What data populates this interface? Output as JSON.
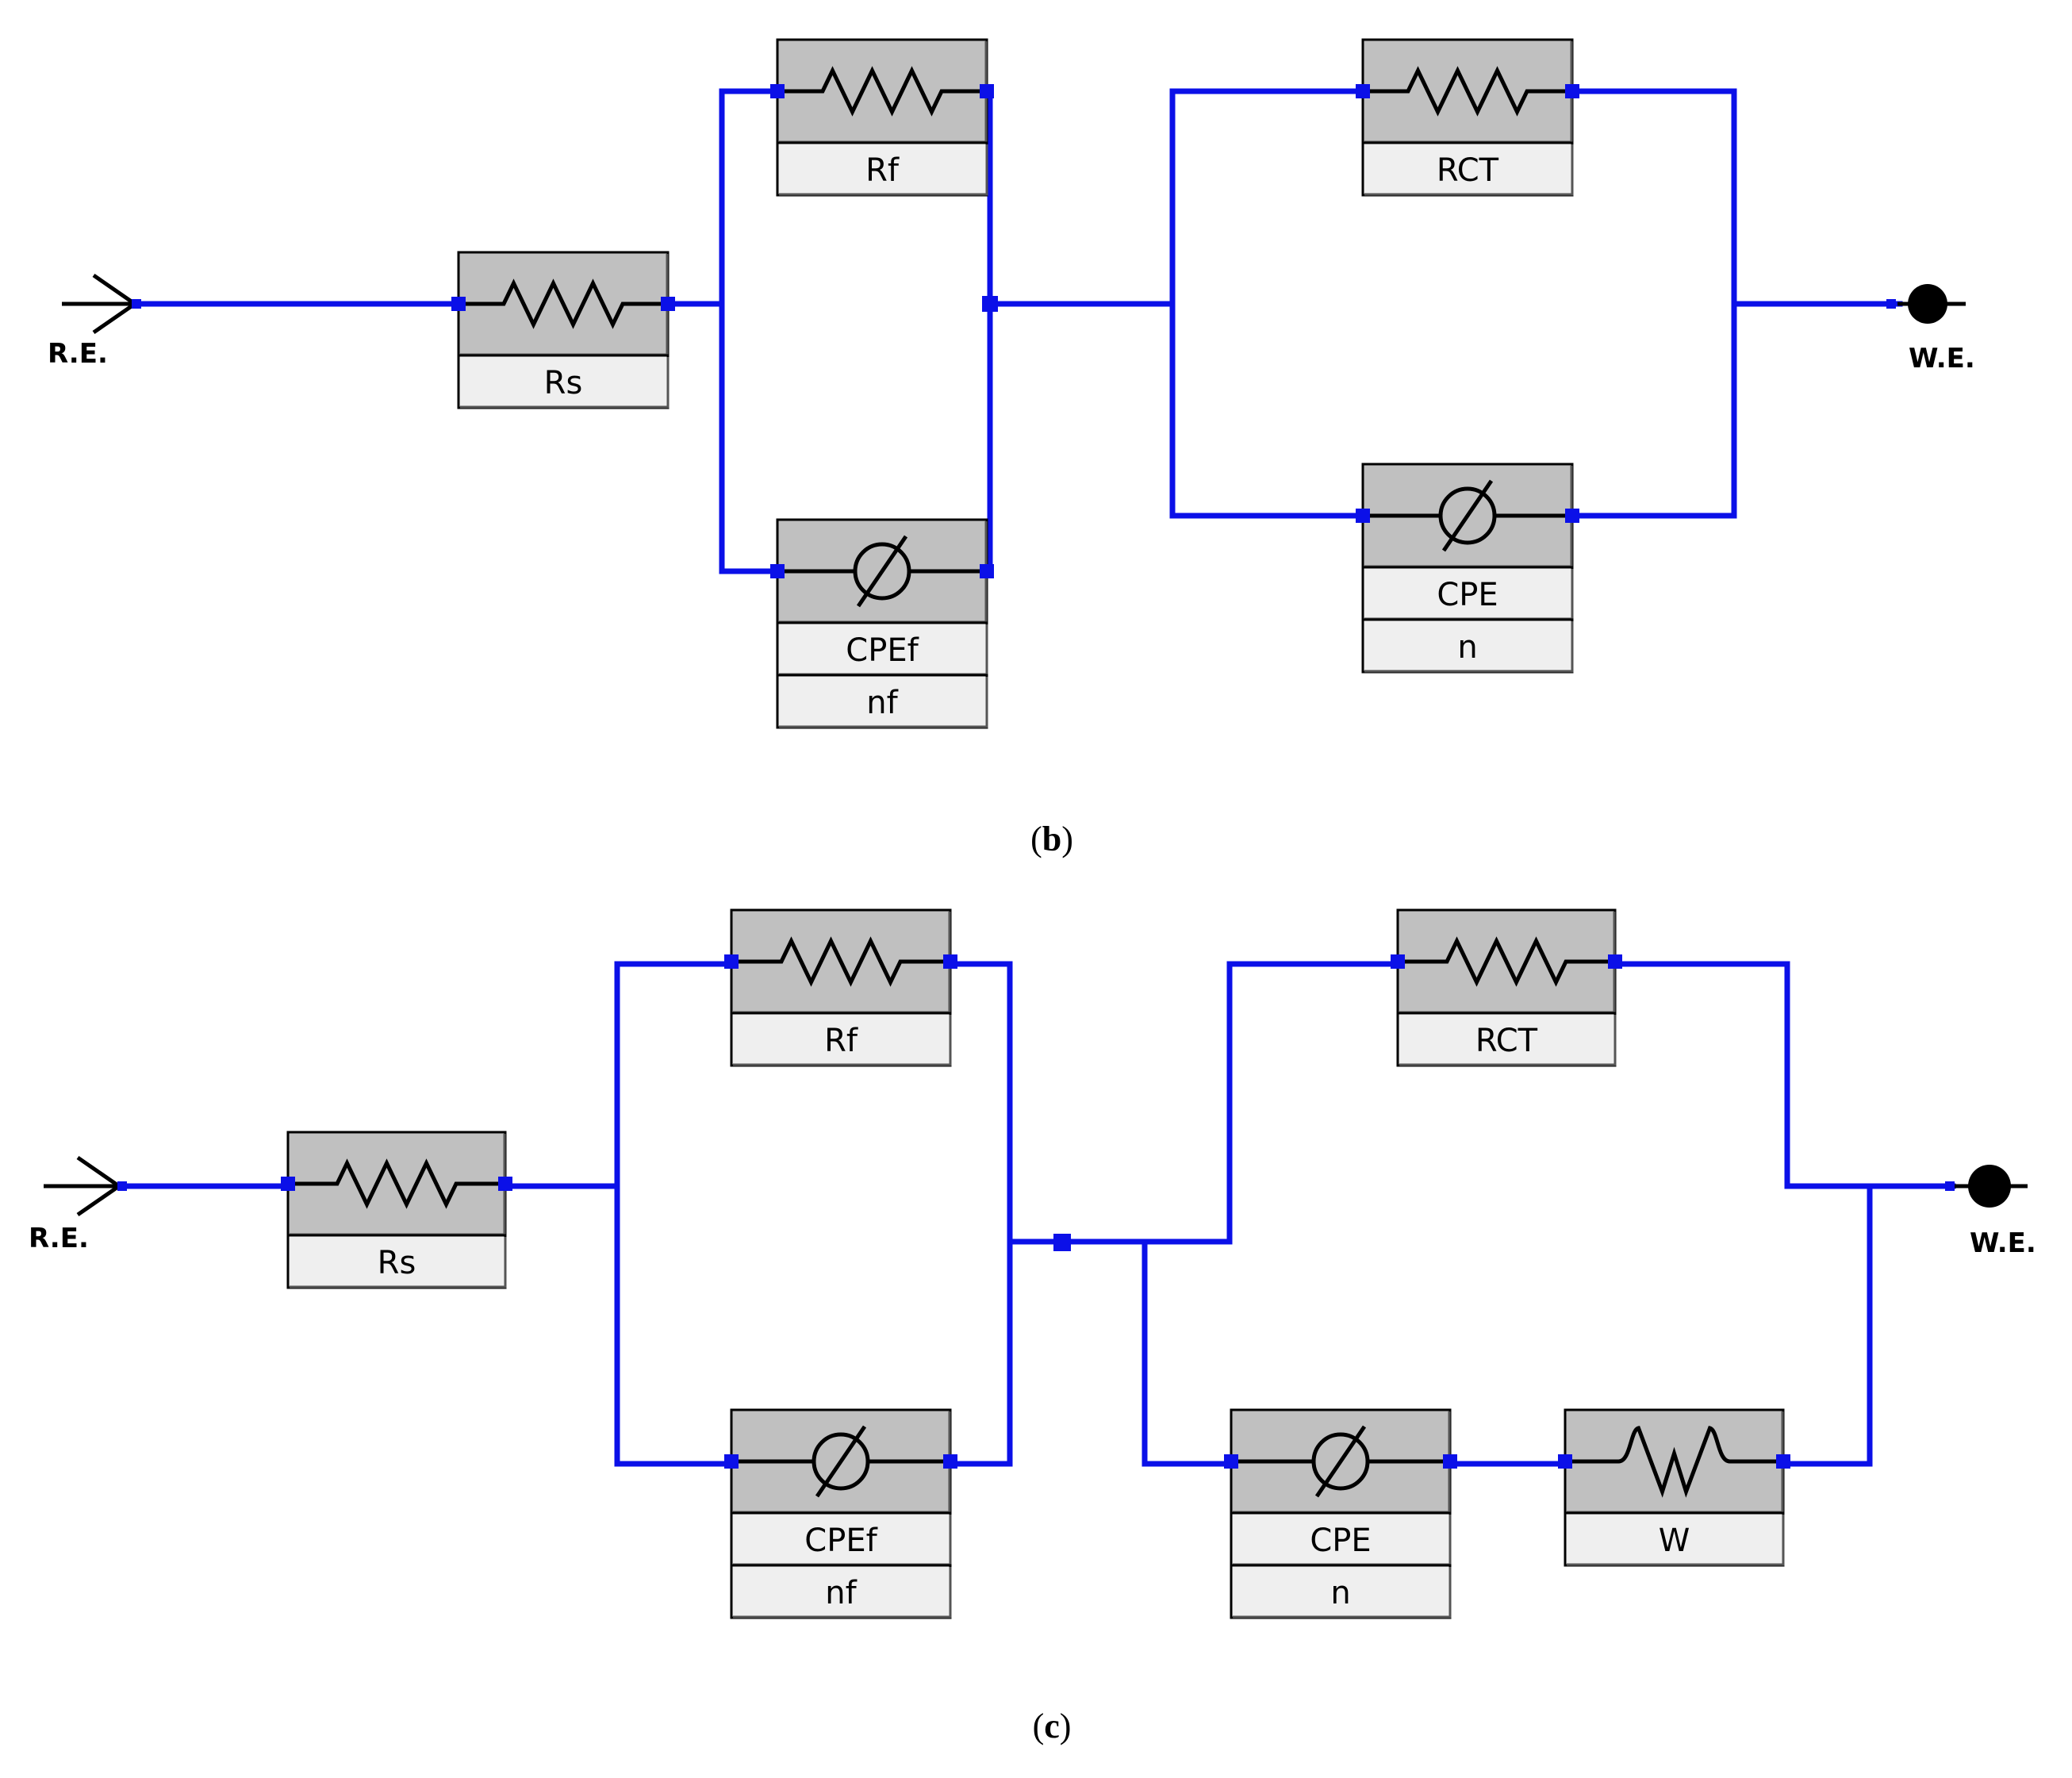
{
  "figures": [
    {
      "caption_letter": "b",
      "ref_electrode": "R.E.",
      "work_electrode": "W.E.",
      "components": {
        "rs": {
          "symbol": "resistor",
          "labels": [
            "Rs"
          ]
        },
        "rf": {
          "symbol": "resistor",
          "labels": [
            "Rf"
          ]
        },
        "cpef": {
          "symbol": "cpe",
          "labels": [
            "CPEf",
            "nf"
          ]
        },
        "rct": {
          "symbol": "resistor",
          "labels": [
            "RCT"
          ]
        },
        "cpe": {
          "symbol": "cpe",
          "labels": [
            "CPE",
            "n"
          ]
        }
      }
    },
    {
      "caption_letter": "c",
      "ref_electrode": "R.E.",
      "work_electrode": "W.E.",
      "components": {
        "rs": {
          "symbol": "resistor",
          "labels": [
            "Rs"
          ]
        },
        "rf": {
          "symbol": "resistor",
          "labels": [
            "Rf"
          ]
        },
        "cpef": {
          "symbol": "cpe",
          "labels": [
            "CPEf",
            "nf"
          ]
        },
        "rct": {
          "symbol": "resistor",
          "labels": [
            "RCT"
          ]
        },
        "cpe": {
          "symbol": "cpe",
          "labels": [
            "CPE",
            "n"
          ]
        },
        "w": {
          "symbol": "warburg",
          "labels": [
            "W"
          ]
        }
      }
    }
  ],
  "colors": {
    "wire": "#0b10e8",
    "box_fill": "#c0c0c0",
    "label_fill": "#efefef",
    "terminal": "#000000"
  }
}
